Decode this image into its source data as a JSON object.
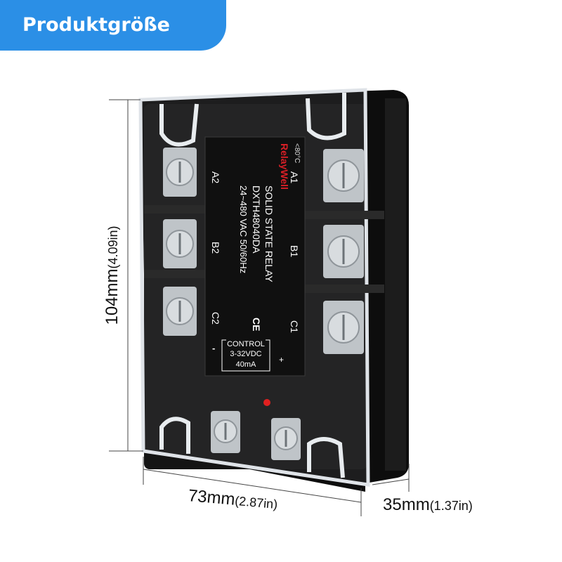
{
  "header": {
    "title": "Produktgröße"
  },
  "product": {
    "brand": "RelayWell",
    "temp_mark": "<80°C",
    "type": "SOLID STATE RELAY",
    "model": "DXTH48040DA",
    "rating": "24~480 VAC 50/60Hz",
    "ce_mark": "CE",
    "control_title": "CONTROL",
    "control_voltage": "3-32VDC",
    "control_current": "40mA",
    "minus": "-",
    "plus": "+",
    "terminals": {
      "a1": "A1",
      "a2": "A2",
      "b1": "B1",
      "b2": "B2",
      "c1": "C1",
      "c2": "C2"
    }
  },
  "dimensions": {
    "height_mm": "104mm",
    "height_in": "(4.09in)",
    "width_mm": "73mm",
    "width_in": "(2.87in)",
    "depth_mm": "35mm",
    "depth_in": "(1.37in)"
  },
  "colors": {
    "badge": "#2b8fe6",
    "body": "#141414",
    "cover": "#e9ecef",
    "brand_red": "#d81f26"
  }
}
